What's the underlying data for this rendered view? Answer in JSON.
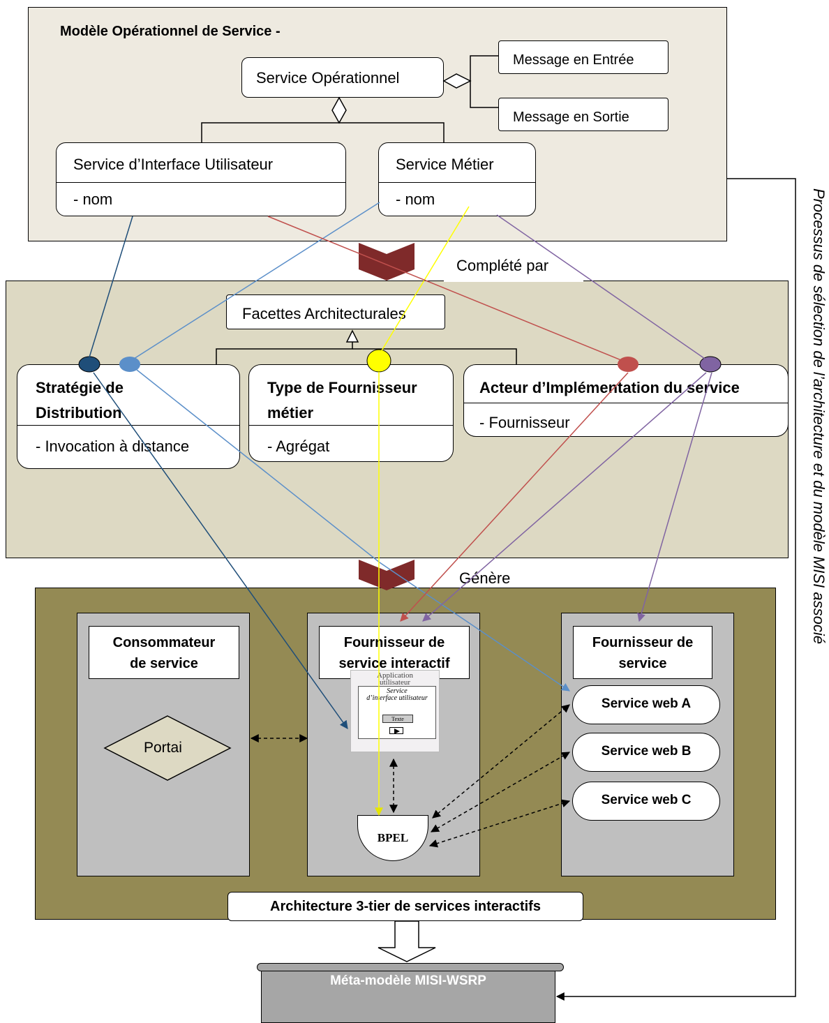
{
  "top_panel": {
    "title": "Modèle Opérationnel de Service -",
    "service_operationnel": "Service Opérationnel",
    "message_entree": "Message en Entrée",
    "message_sortie": "Message en Sortie",
    "service_interface": {
      "name": "Service d’Interface Utilisateur",
      "attr": "- nom"
    },
    "service_metier": {
      "name": "Service Métier",
      "attr": "- nom"
    }
  },
  "arrow_labels": {
    "complete_par": "Complété par",
    "genere": "Génère"
  },
  "mid_panel": {
    "facettes": "Facettes Architecturales",
    "strategie": {
      "name_line1": "Stratégie de",
      "name_line2": "Distribution",
      "attr": "- Invocation à distance"
    },
    "type_fournisseur": {
      "name_line1": "Type de Fournisseur",
      "name_line2": "métier",
      "attr": "- Agrégat"
    },
    "acteur": {
      "name": "Acteur d’Implémentation du service",
      "attr": "- Fournisseur"
    }
  },
  "bottom_panel": {
    "consommateur": {
      "line1": "Consommateur",
      "line2": "de service"
    },
    "portail": "Portai",
    "fournisseur_interactif": {
      "line1": "Fournisseur de",
      "line2": "service interactif"
    },
    "app_window": {
      "title_line1": "Application",
      "title_line2": "utilisateur",
      "sub_line1": "Service",
      "sub_line2": "d’interface utilisateur",
      "button": "Texte"
    },
    "bpel": "BPEL",
    "fournisseur": {
      "line1": "Fournisseur de",
      "line2": "service"
    },
    "services": [
      "Service web A",
      "Service web  B",
      "Service web  C"
    ],
    "footer": "Architecture 3-tier de services interactifs"
  },
  "meta_model": "Méta-modèle MISI-WSRP",
  "side_label": "Processus de sélection de l’architecture et du modèle MISI associé",
  "colors": {
    "navy": "#1f4e79",
    "lightblue": "#5b8fc9",
    "yellow": "#ffff00",
    "red": "#c0504d",
    "purple": "#8064a2",
    "chevron": "#7f2a2a",
    "olive": "#948a54"
  }
}
